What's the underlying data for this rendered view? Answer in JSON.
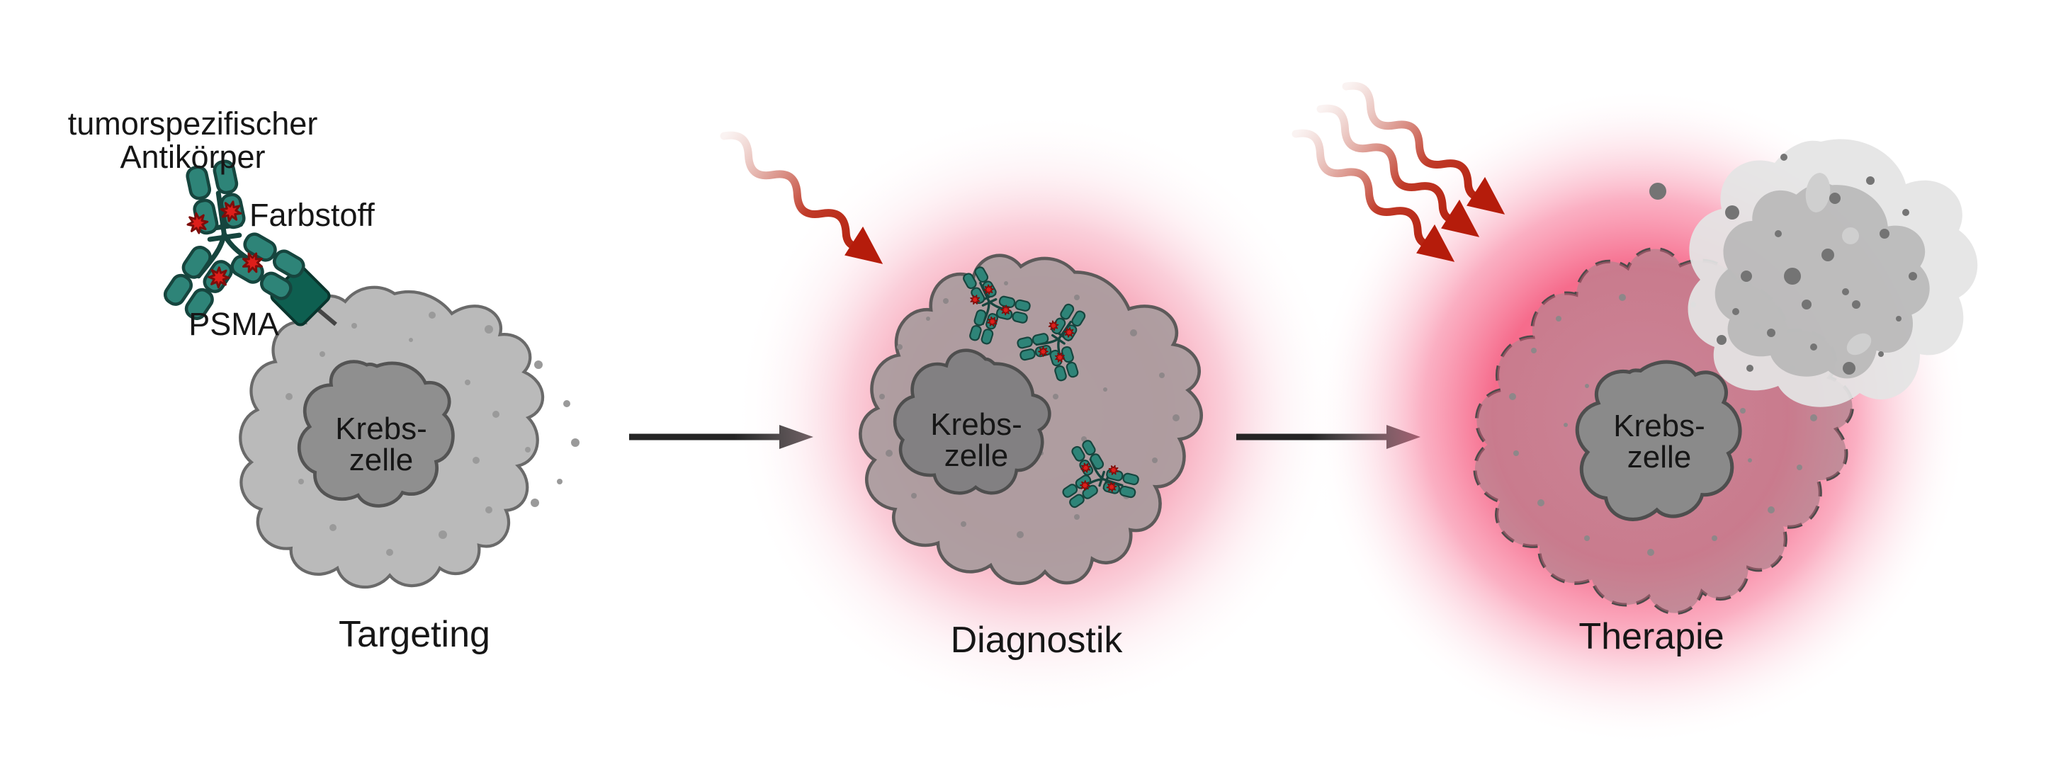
{
  "diagram": {
    "stages": [
      {
        "id": "targeting",
        "label": "Targeting"
      },
      {
        "id": "diagnostik",
        "label": "Diagnostik"
      },
      {
        "id": "therapie",
        "label": "Therapie"
      }
    ],
    "labels": {
      "antibody_line1": "tumorspezifischer",
      "antibody_line2": "Antikörper",
      "dye": "Farbstoff",
      "psma": "PSMA",
      "cell_line1": "Krebs-",
      "cell_line2": "zelle"
    },
    "colors": {
      "antibody_teal": "#2E8478",
      "antibody_outline": "#16453E",
      "psma_teal": "#0E5F50",
      "dye_red": "#DE1E1A",
      "laser_red": "#B51C0B",
      "glow_pink": "#F6A6BA",
      "glow_red": "#F65F82",
      "cell_gray": "#BABABA",
      "nucleus_gray": "#8F8F8F",
      "debris_gray": "#E4E4E4",
      "arrow_black": "#242424"
    }
  }
}
